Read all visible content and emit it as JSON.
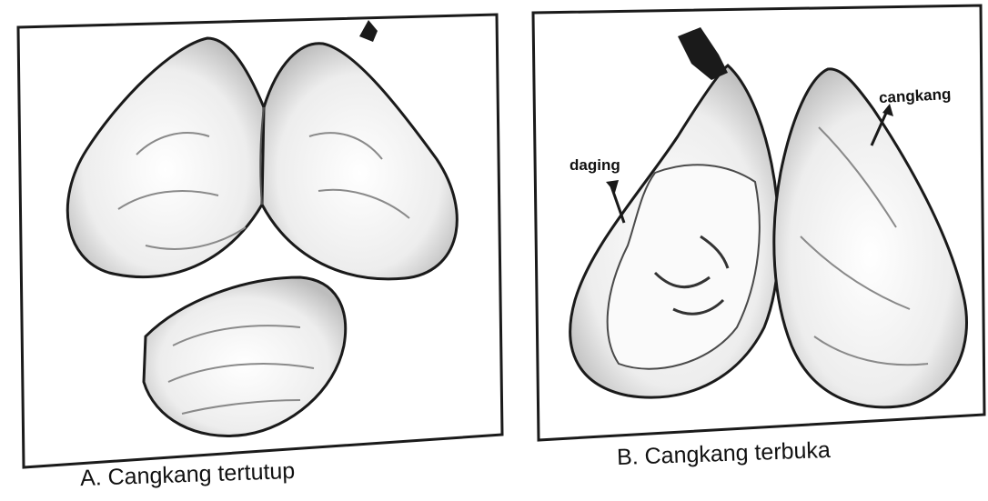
{
  "panel_a": {
    "caption": "A. Cangkang tertutup"
  },
  "panel_b": {
    "caption": "B. Cangkang terbuka",
    "label_meat": "daging",
    "label_shell": "cangkang"
  },
  "colors": {
    "line": "#1a1a1a",
    "shell_fill": "#f4f4f4",
    "shell_shade": "#9a9a9a",
    "background": "#ffffff"
  }
}
